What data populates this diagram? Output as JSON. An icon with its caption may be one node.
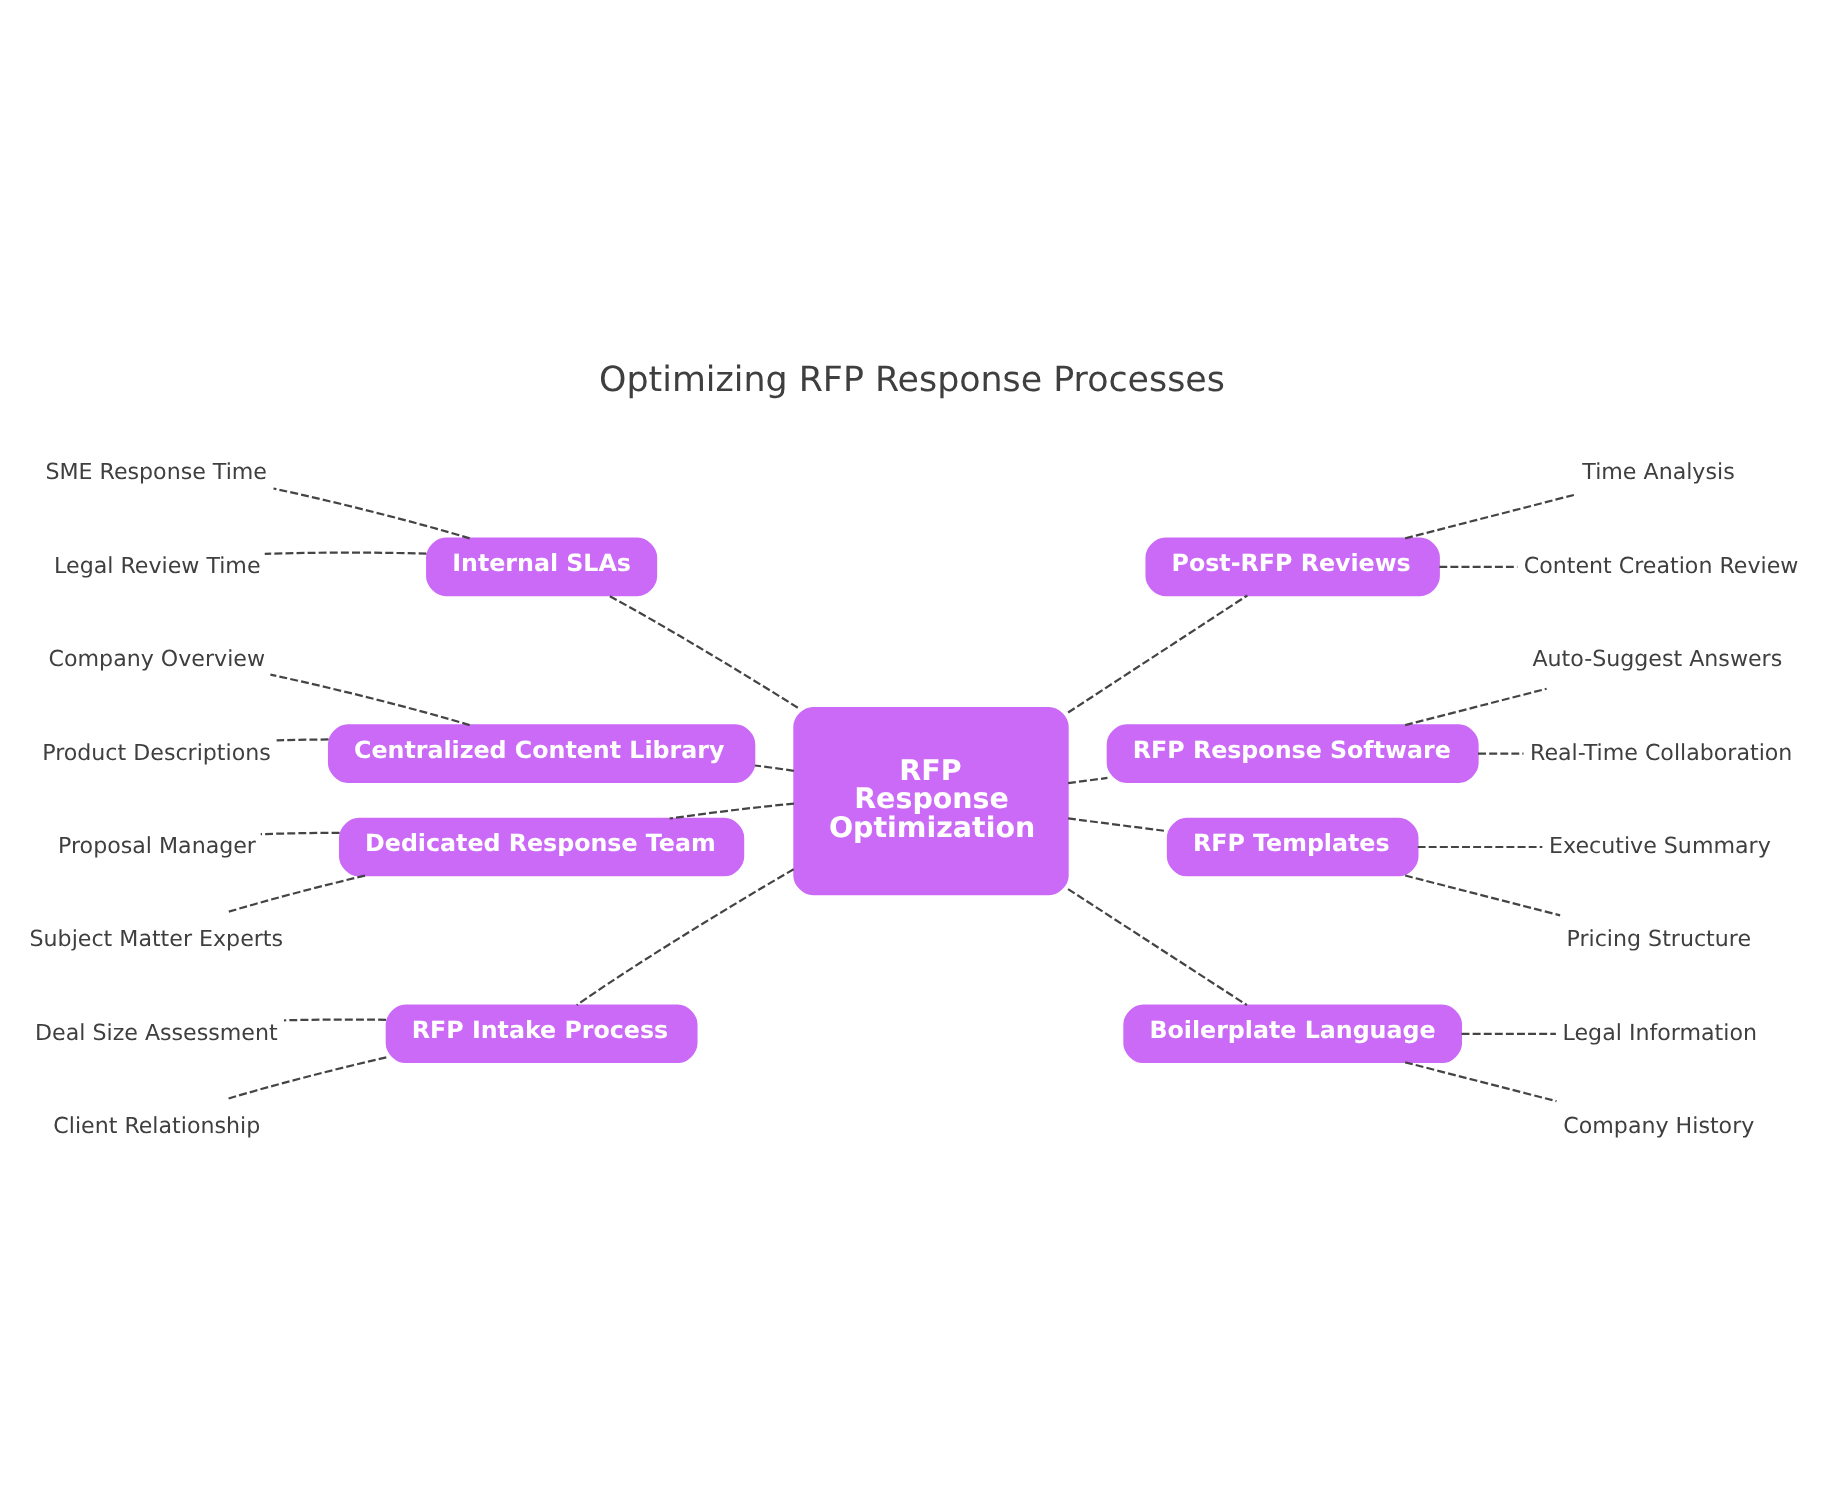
{
  "diagram": {
    "title": "Optimizing RFP Response Processes",
    "nodes": [
      {
        "text": [
          "RFP Response Optimization"
        ]
      },
      {
        "text": [
          "Internal SLAs"
        ]
      },
      {
        "text": [
          "SME Response Time"
        ]
      },
      {
        "text": [
          "Legal Review Time"
        ]
      },
      {
        "text": [
          "Post-RFP Reviews"
        ]
      },
      {
        "text": [
          "Time Analysis"
        ]
      },
      {
        "text": [
          "Content Creation Review"
        ]
      },
      {
        "text": [
          "Centralized Content Library"
        ]
      },
      {
        "text": [
          "Company Overview"
        ]
      },
      {
        "text": [
          "Product Descriptions"
        ]
      },
      {
        "text": [
          "RFP Response Software"
        ]
      },
      {
        "text": [
          "Auto-Suggest Answers"
        ]
      },
      {
        "text": [
          "Real-Time Collaboration"
        ]
      },
      {
        "text": [
          "Dedicated Response Team"
        ]
      },
      {
        "text": [
          "Proposal Manager"
        ]
      },
      {
        "text": [
          "Subject Matter Experts"
        ]
      },
      {
        "text": [
          "RFP Templates"
        ]
      },
      {
        "text": [
          "Executive Summary"
        ]
      },
      {
        "text": [
          "Pricing Structure"
        ]
      },
      {
        "text": [
          "RFP Intake Process"
        ]
      },
      {
        "text": [
          "Deal Size Assessment"
        ]
      },
      {
        "text": [
          "Client Relationship"
        ]
      },
      {
        "text": [
          "Boilerplate Language"
        ]
      },
      {
        "text": [
          "Legal Information"
        ]
      },
      {
        "text": [
          "Company History"
        ]
      }
    ],
    "edges": [
      {
        "from": 0,
        "to": 1,
        "arrow": "none",
        "style": "dashed"
      },
      {
        "from": 1,
        "to": 2,
        "arrow": "none",
        "style": "dashed"
      },
      {
        "from": 1,
        "to": 3,
        "arrow": "none",
        "style": "dashed"
      },
      {
        "from": 0,
        "to": 4,
        "arrow": "none",
        "style": "dashed"
      },
      {
        "from": 4,
        "to": 5,
        "arrow": "none",
        "style": "dashed"
      },
      {
        "from": 4,
        "to": 6,
        "arrow": "none",
        "style": "dashed"
      },
      {
        "from": 0,
        "to": 7,
        "arrow": "none",
        "style": "dashed"
      },
      {
        "from": 7,
        "to": 8,
        "arrow": "none",
        "style": "dashed"
      },
      {
        "from": 7,
        "to": 9,
        "arrow": "none",
        "style": "dashed"
      },
      {
        "from": 0,
        "to": 10,
        "arrow": "none",
        "style": "dashed"
      },
      {
        "from": 10,
        "to": 11,
        "arrow": "none",
        "style": "dashed"
      },
      {
        "from": 10,
        "to": 12,
        "arrow": "none",
        "style": "dashed"
      },
      {
        "from": 0,
        "to": 13,
        "arrow": "none",
        "style": "dashed"
      },
      {
        "from": 13,
        "to": 14,
        "arrow": "none",
        "style": "dashed"
      },
      {
        "from": 13,
        "to": 15,
        "arrow": "none",
        "style": "dashed"
      },
      {
        "from": 0,
        "to": 16,
        "arrow": "none",
        "style": "dashed"
      },
      {
        "from": 16,
        "to": 17,
        "arrow": "none",
        "style": "dashed"
      },
      {
        "from": 16,
        "to": 18,
        "arrow": "none",
        "style": "dashed"
      },
      {
        "from": 0,
        "to": 19,
        "arrow": "none",
        "style": "dashed"
      },
      {
        "from": 19,
        "to": 20,
        "arrow": "none",
        "style": "dashed"
      },
      {
        "from": 19,
        "to": 21,
        "arrow": "none",
        "style": "dashed"
      },
      {
        "from": 0,
        "to": 22,
        "arrow": "none",
        "style": "dashed"
      },
      {
        "from": 22,
        "to": 23,
        "arrow": "none",
        "style": "dashed"
      },
      {
        "from": 22,
        "to": 24,
        "arrow": "none",
        "style": "dashed"
      }
    ]
  }
}
